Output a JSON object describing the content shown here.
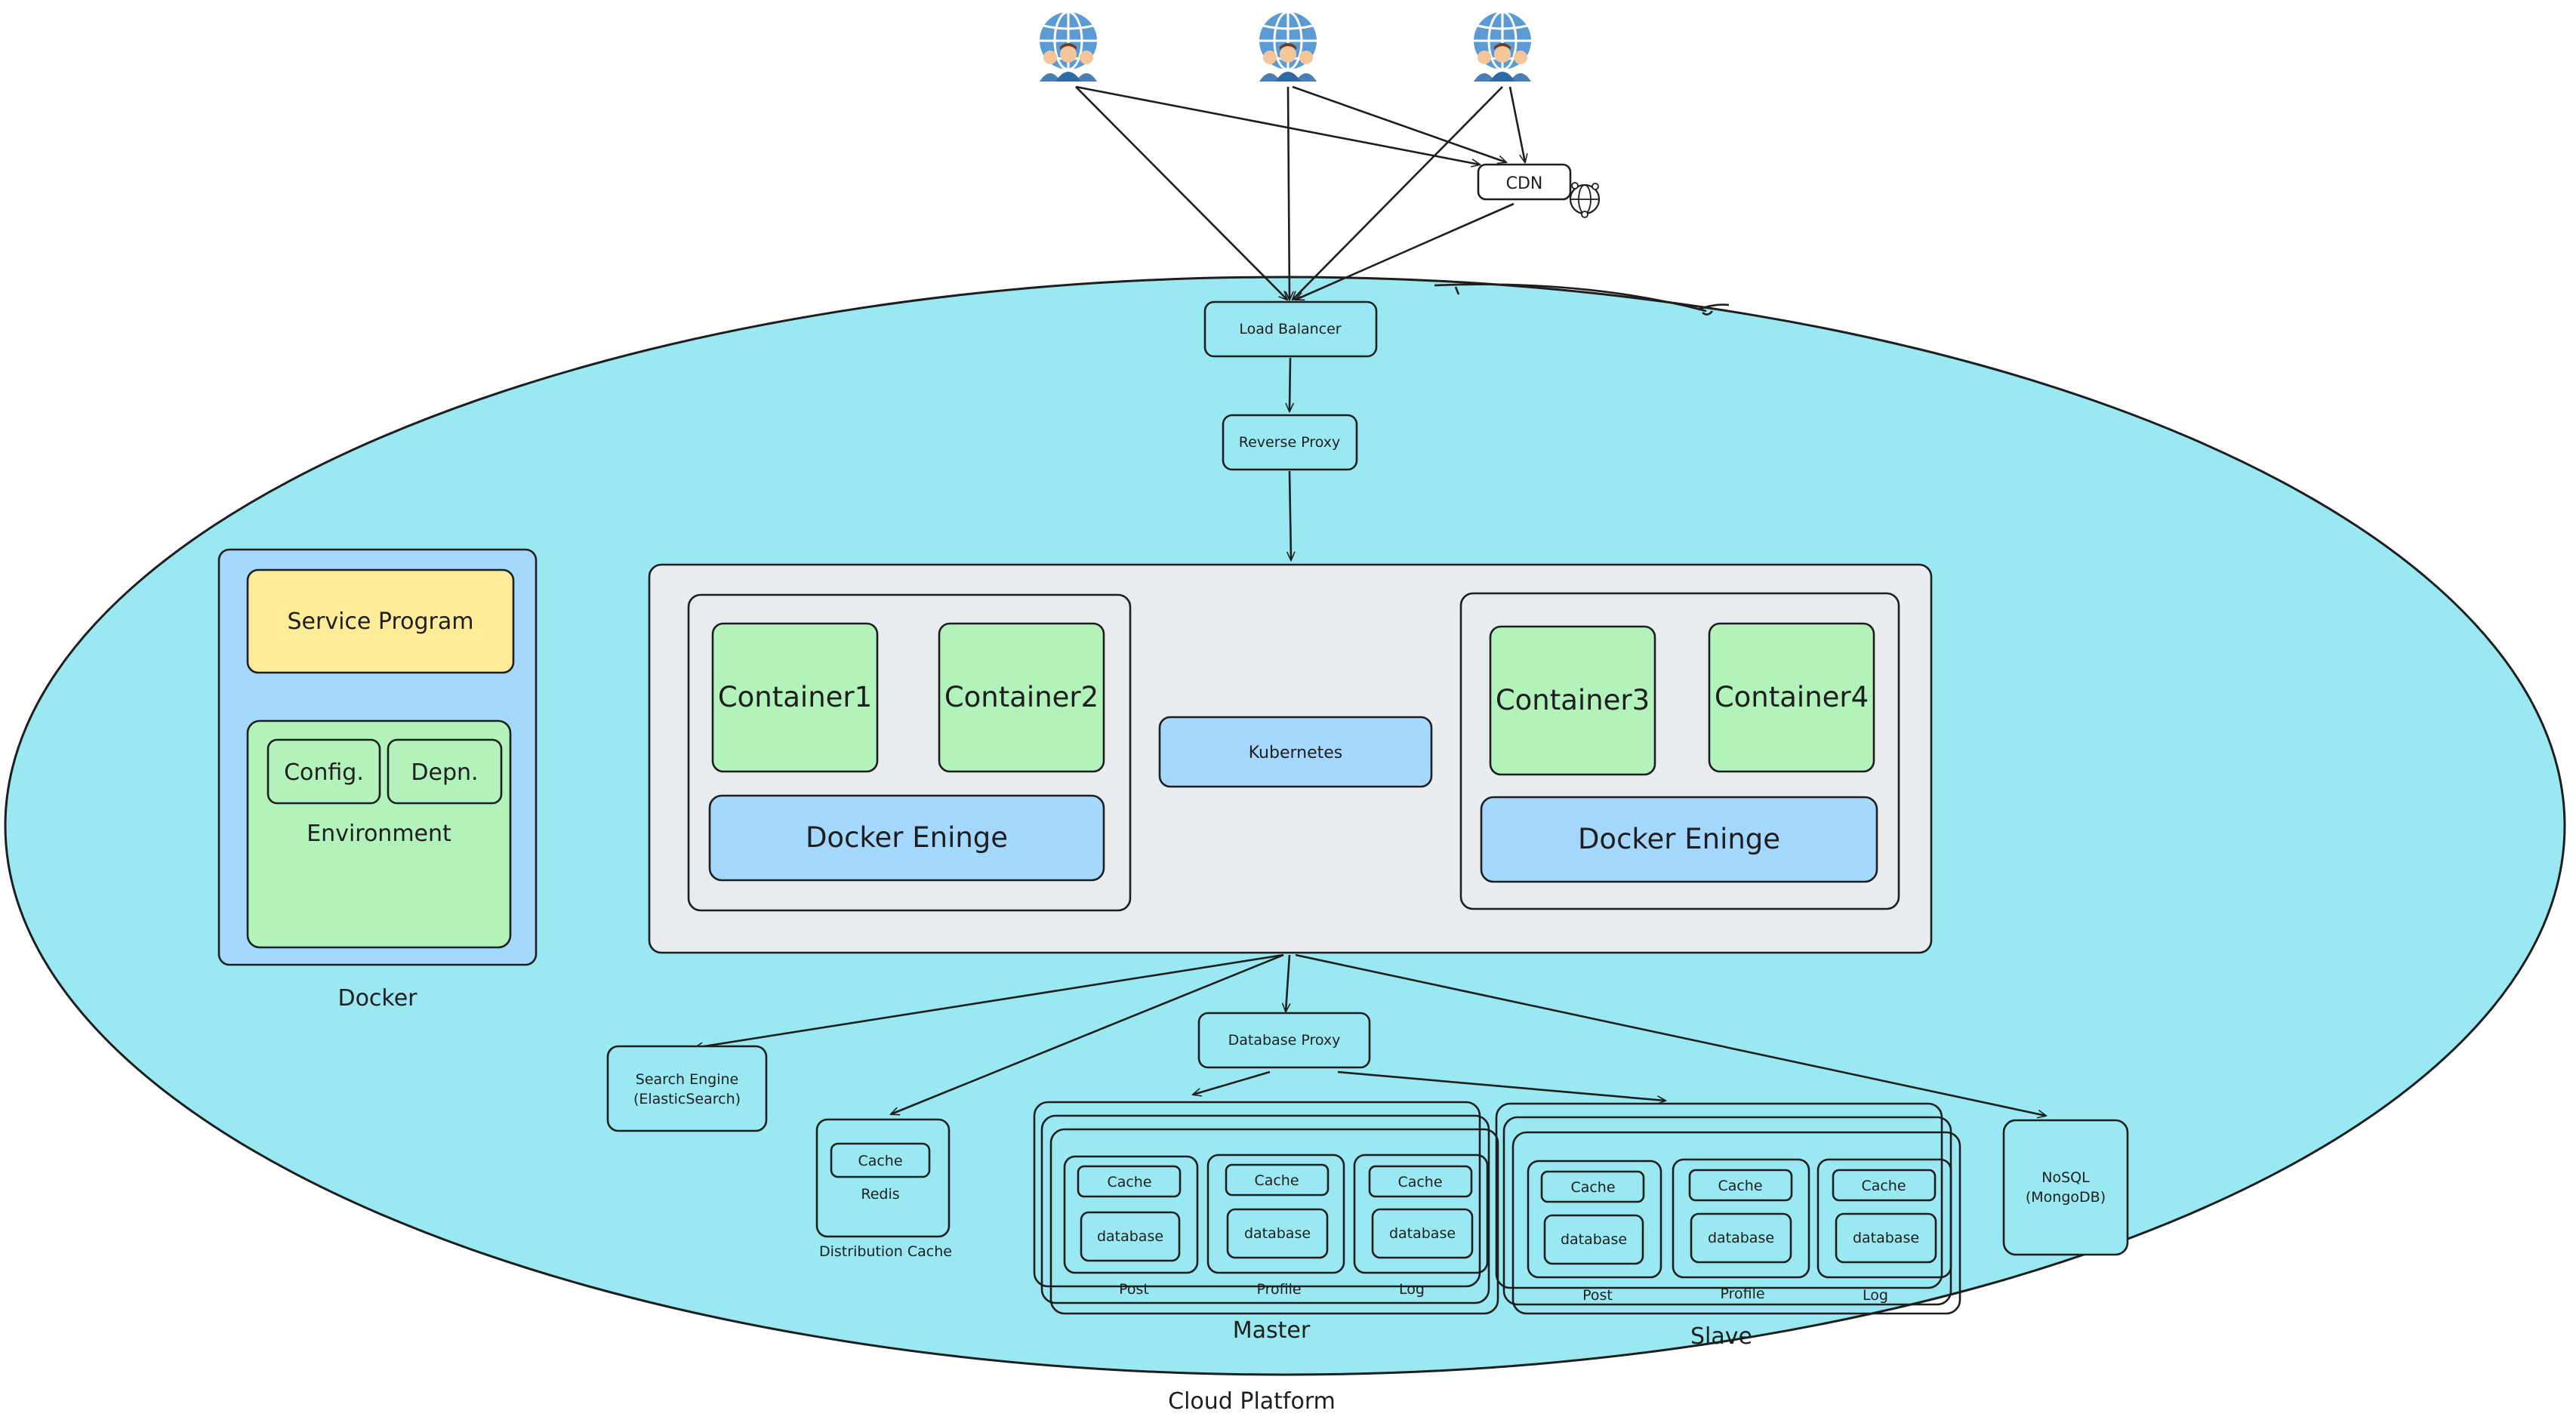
{
  "labels": {
    "cdn": "CDN",
    "load_balancer": "Load Balancer",
    "reverse_proxy": "Reverse Proxy",
    "service_program": "Service Program",
    "config": "Config.",
    "depn": "Depn.",
    "environment": "Environment",
    "docker": "Docker",
    "container1": "Container1",
    "container2": "Container2",
    "container3": "Container3",
    "container4": "Container4",
    "kubernetes": "Kubernetes",
    "docker_engine_left": "Docker Eninge",
    "docker_engine_right": "Docker Eninge",
    "database_proxy": "Database Proxy",
    "search_engine_line1": "Search Engine",
    "search_engine_line2": "(ElasticSearch)",
    "redis_cache": "Cache",
    "redis": "Redis",
    "distribution_cache": "Distribution Cache",
    "nosql_line1": "NoSQL",
    "nosql_line2": "(MongoDB)",
    "master_post_cache": "Cache",
    "master_post_db": "database",
    "master_profile_cache": "Cache",
    "master_profile_db": "database",
    "master_log_cache": "Cache",
    "master_log_db": "database",
    "master_post": "Post",
    "master_profile": "Profile",
    "master_log": "Log",
    "master": "Master",
    "slave_post_cache": "Cache",
    "slave_post_db": "database",
    "slave_profile_cache": "Cache",
    "slave_profile_db": "database",
    "slave_log_cache": "Cache",
    "slave_log_db": "database",
    "slave_post": "Post",
    "slave_profile": "Profile",
    "slave_log": "Log",
    "slave": "Slave",
    "cloud_platform": "Cloud Platform"
  },
  "icons": [
    "users-globe-icon",
    "users-globe-icon",
    "users-globe-icon",
    "globe-network-icon"
  ],
  "colors": {
    "cloud": "#99e8f2",
    "docker_panel": "#a5d8ff",
    "service_program": "#ffec99",
    "environment": "#b2f2bb",
    "container": "#b2f2bb",
    "engine": "#a5d8ff",
    "cluster": "#e9ecef",
    "stroke": "#1e1e1e"
  }
}
